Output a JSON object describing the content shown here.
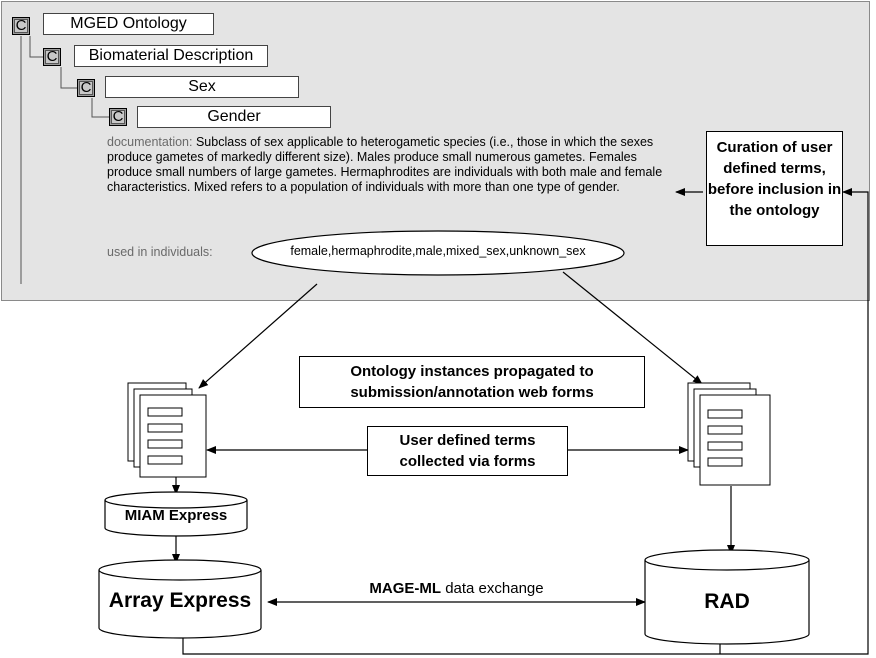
{
  "ontology": {
    "tree": [
      {
        "icon": "C",
        "label": "MGED Ontology"
      },
      {
        "icon": "C",
        "label": "Biomaterial Description"
      },
      {
        "icon": "C",
        "label": "Sex"
      },
      {
        "icon": "C",
        "label": "Gender"
      }
    ],
    "documentation_label": "documentation:",
    "documentation_text": "Subclass of sex applicable to heterogametic species (i.e., those in which the sexes produce gametes of markedly different size). Males produce small numerous gametes. Females produce small numbers of large gametes. Hermaphrodites are individuals with both male and female characteristics. Mixed refers to a population of individuals with more than one type of gender.",
    "used_label": "used in individuals:",
    "used_values": "female,hermaphrodite,male,mixed_sex,unknown_sex"
  },
  "curation_box": "Curation of user defined terms, before inclusion in the ontology",
  "propagated_box": "Ontology instances propagated to submission/annotation web forms",
  "user_terms_box": "User defined terms collected via forms",
  "miam_express": "MIAM Express",
  "array_express": "Array Express",
  "rad": "RAD",
  "exchange_label_bold": "MAGE-ML",
  "exchange_label_rest": " data exchange",
  "colors": {
    "panel": "#e4e4e4",
    "line": "#000000"
  }
}
